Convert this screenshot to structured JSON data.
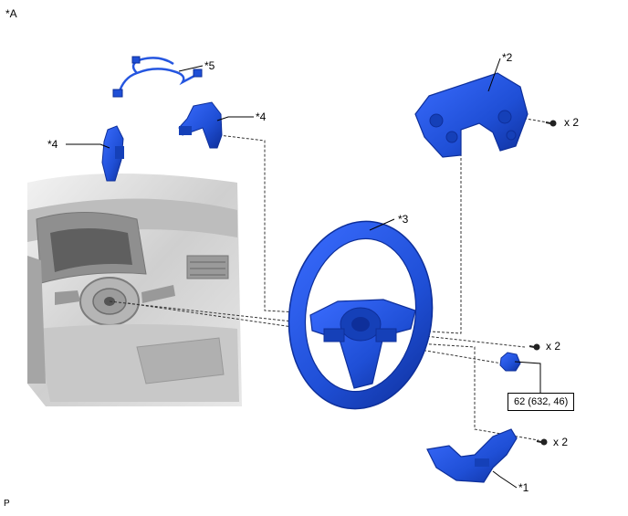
{
  "diagram": {
    "view_label": "*A",
    "corner_mark": "P",
    "callouts": {
      "part1": "*1",
      "part2": "*2",
      "part3": "*3",
      "part4_left": "*4",
      "part4_right": "*4",
      "part5": "*5"
    },
    "qty": {
      "screw_top": "x 2",
      "screw_mid": "x 2",
      "screw_bottom": "x 2"
    },
    "torque_spec": "62 (632, 46)"
  },
  "colors": {
    "part_blue": "#1f4fd6",
    "part_blue_dark": "#0e2f9a",
    "interior_gray": "#d9d9d9",
    "dash_line": "#333333"
  }
}
